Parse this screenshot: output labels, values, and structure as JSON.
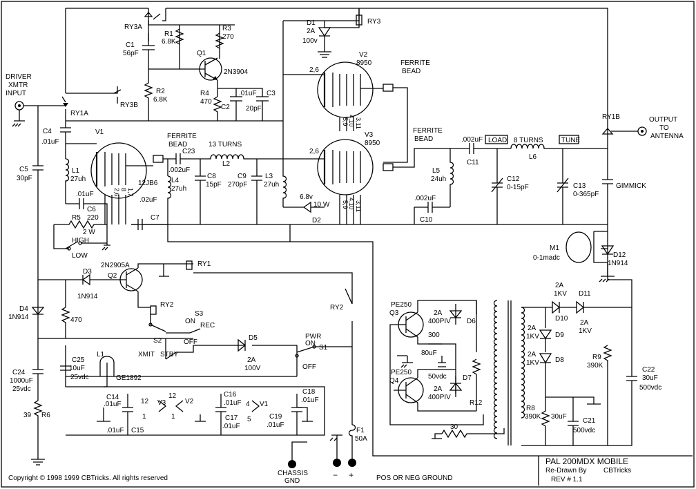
{
  "title_block": {
    "title": "PAL  200MDX  MOBILE",
    "redrawn_prefix": "Re-Drawn By",
    "redrawn_by": "CBTricks",
    "revision": "REV # 1.1"
  },
  "copyright": "Copyright © 1998  1999    CBTricks.  All rights reserved",
  "labels": {
    "driver_input": [
      "DRIVER",
      "XMTR",
      "INPUT"
    ],
    "output": [
      "OUTPUT",
      "TO",
      "ANTENNA"
    ],
    "chassis": [
      "CHASSIS",
      "GND"
    ],
    "pos_neg_ground": "POS OR NEG GROUND",
    "minus": "−",
    "plus": "+",
    "load": "LOAD",
    "tune": "TUNE",
    "ferrite1": [
      "FERRITE",
      "BEAD"
    ],
    "ferrite2": [
      "FERRITE",
      "BEAD"
    ],
    "ferrite3": [
      "FERRITE",
      "BEAD"
    ],
    "turns13": "13 TURNS",
    "turns8": "8 TURNS",
    "gimmick": "GIMMICK",
    "high": "HIGH",
    "low": "LOW",
    "on": "ON",
    "off": "OFF",
    "rec": "REC",
    "xmit": "XMIT",
    "stby": "STBY",
    "pwr": [
      "PWR",
      "ON"
    ],
    "s1_off": "OFF"
  },
  "components": {
    "RY3A": "RY3A",
    "RY3B": "RY3B",
    "RY3": "RY3",
    "RY1A": "RY1A",
    "RY1B": "RY1B",
    "RY1": "RY1",
    "RY2a": "RY2",
    "RY2b": "RY2",
    "R1": [
      "R1",
      "6.8K"
    ],
    "R2": [
      "R2",
      "6.8K"
    ],
    "R3": [
      "R3",
      "270"
    ],
    "R4": [
      "R4",
      "470"
    ],
    "C1": [
      "C1",
      "56pF"
    ],
    "C2": [
      "C2",
      ".01uF"
    ],
    "C3": [
      "C3",
      "20pF"
    ],
    "Q1": [
      "Q1",
      "2N3904"
    ],
    "D1": [
      "D1",
      "2A",
      "100v"
    ],
    "V1": "V1",
    "V1tube": "12JB6",
    "V2": [
      "V2",
      "8950"
    ],
    "V3": [
      "V3",
      "8950"
    ],
    "C4": [
      "C4",
      ".01uF"
    ],
    "C5": [
      "C5",
      "30pF"
    ],
    "L1": [
      "L1",
      "27uh"
    ],
    "C6": [
      ".01uF",
      "C6"
    ],
    "R5": [
      "R5",
      "220",
      "2 W"
    ],
    "C23": [
      "C23",
      ".002uF"
    ],
    "L4": [
      "L4",
      "27uh"
    ],
    "C7": [
      ".02uF",
      "C7"
    ],
    "L2": "L2",
    "C8": [
      "C8",
      "15pF"
    ],
    "C9": [
      "C9",
      "270pF"
    ],
    "L3": [
      "L3",
      "27uh"
    ],
    "D2": [
      "6.8v",
      "10 W",
      "D2"
    ],
    "C11": [
      ".002uF",
      "C11"
    ],
    "C10": [
      ".002uF",
      "C10"
    ],
    "L5": [
      "L5",
      "24uh"
    ],
    "C12": [
      "C12",
      "0-15pF"
    ],
    "L6": "L6",
    "C13": [
      "C13",
      "0-365pF"
    ],
    "M1": [
      "M1",
      "0-1madc"
    ],
    "D12": [
      "D12",
      "1N914"
    ],
    "Q2": [
      "2N2905A",
      "Q2"
    ],
    "D3": [
      "D3",
      "1N914"
    ],
    "D4": [
      "D4",
      "1N914"
    ],
    "R470": "470",
    "S3": "S3",
    "S2": "S2",
    "S1": "S1",
    "D5": [
      "D5",
      "2A",
      "100V"
    ],
    "C24": [
      "C24",
      "1000uF",
      "25vdc"
    ],
    "C25": [
      "C25",
      "10uF",
      "25vdc"
    ],
    "L1lamp": [
      "L1",
      "GE1892"
    ],
    "R6": [
      "39",
      "R6"
    ],
    "C14": [
      "C14",
      ".01uF"
    ],
    "C15": [
      ".01uF",
      "C15"
    ],
    "C16": [
      "C16",
      ".01uF"
    ],
    "C17": [
      "C17",
      ".01uF"
    ],
    "C18": [
      "C18",
      ".01uF"
    ],
    "C19": [
      "C19",
      ".01uF"
    ],
    "V3h": "V3",
    "V2h": "V2",
    "V1h": "V1",
    "F1": [
      "F1",
      "50A"
    ],
    "Q3": [
      "PE250",
      "Q3"
    ],
    "Q4": [
      "PE250",
      "Q4"
    ],
    "D6": [
      "2A",
      "400PIV",
      "D6"
    ],
    "D7": [
      "D7",
      "2A",
      "400PIV"
    ],
    "R300": "300",
    "C80": [
      "80uF",
      "50vdc"
    ],
    "R12": "R12",
    "R30": "30",
    "D10": [
      "2A",
      "1KV",
      "D10"
    ],
    "D11": [
      "D11",
      "2A",
      "1KV"
    ],
    "D9": [
      "2A",
      "1KV",
      "D9"
    ],
    "D8": [
      "2A",
      "1KV",
      "D8"
    ],
    "R9": [
      "R9",
      "390K"
    ],
    "C22": [
      "C22",
      "30uF",
      "500vdc"
    ],
    "R8": [
      "R8",
      "390K"
    ],
    "C21": [
      "30uF",
      "C21",
      "500vdc"
    ]
  },
  "pins": {
    "v2_26": "2,6",
    "v2_59": "5,9",
    "v2_410": "4,10",
    "v2_311": "3,11",
    "v3_26": "2,6",
    "v3_59": "5,9",
    "v3_410": "4,10",
    "v3_311": "3,11",
    "v1_26": "2,6",
    "v1_8": "8",
    "v1_17": "1,7",
    "h12a": "12",
    "h1a": "1",
    "h12b": "12",
    "h4": "4",
    "h5": "5",
    "l1": "1"
  }
}
